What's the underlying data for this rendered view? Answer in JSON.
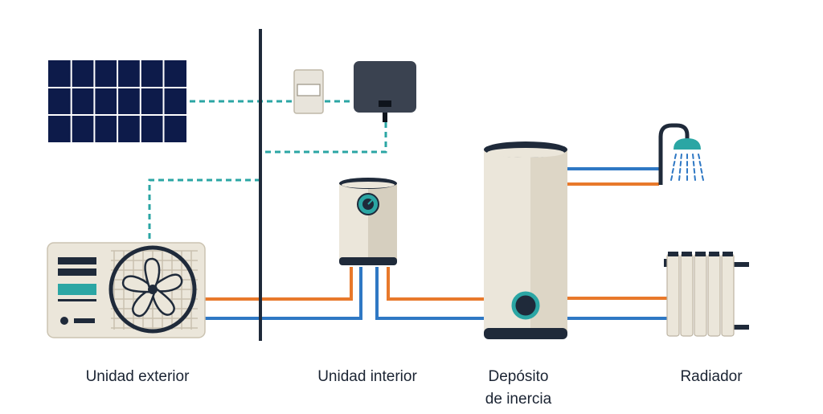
{
  "colors": {
    "dark": "#1f2a3a",
    "navy_panel": "#0d1b4a",
    "teal": "#2ba6a4",
    "hot_pipe": "#e8792b",
    "cold_pipe": "#2f78c4",
    "cream": "#ebe6da",
    "cream_shade": "#d6cfbf"
  },
  "labels": {
    "outdoor_unit": "Unidad exterior",
    "indoor_unit": "Unidad interior",
    "buffer_tank_line1": "Depósito",
    "buffer_tank_line2": "de inercia",
    "radiator": "Radiador"
  },
  "icons": {
    "solar_panel": "solar-panel-icon",
    "wall_switch": "wall-switch-icon",
    "inverter": "inverter-icon",
    "outdoor_unit": "heat-pump-outdoor-unit-icon",
    "indoor_unit": "indoor-unit-tank-icon",
    "buffer_tank": "buffer-tank-icon",
    "shower": "shower-icon",
    "radiator": "radiator-icon"
  }
}
